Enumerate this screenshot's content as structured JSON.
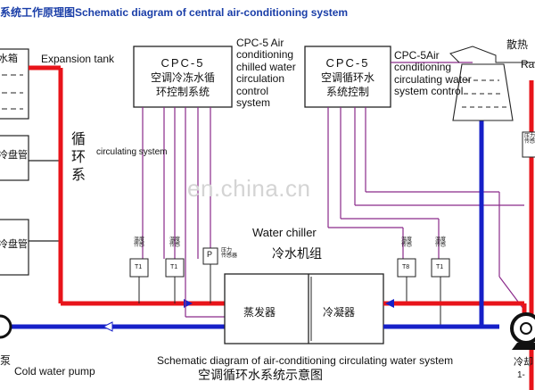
{
  "header": {
    "title": "系统工作原理图Schematic diagram of central air-conditioning system"
  },
  "left_boxes": {
    "top_label": "水箱",
    "mid_label": "冷盘管",
    "low_label": "冷盘管"
  },
  "expansion_tank": "Expansion tank",
  "loop_zh": "循\n环\n系",
  "circulating_system": "circulating system",
  "controller_left": {
    "title": "CPC-5",
    "zh": "空调冷冻水循\n环控制系统",
    "en": "CPC-5 Air\nconditioning\nchilled water\ncirculation\ncontrol\nsystem"
  },
  "controller_right": {
    "title": "CPC-5",
    "zh": "空调循环水\n系统控制",
    "en": "CPC-5Air\nconditioning\ncirculating water\nsystem control"
  },
  "radiator": {
    "zh": "散热",
    "en": "Ra"
  },
  "right_sensor": "压力\n传感器",
  "water_chiller": {
    "en": "Water chiller",
    "zh": "冷水机组"
  },
  "sensors": {
    "t1": "T1",
    "t2": "T1",
    "p": "P",
    "t3": "T8",
    "t4": "T1",
    "caption": "温度\n传感",
    "pressure_caption": "压力\n传感器"
  },
  "evaporator": "蒸发器",
  "condenser": "冷凝器",
  "cold_pump": {
    "en": "Cold water pump",
    "zh": "泵"
  },
  "cooling_pump": {
    "zh": "冷却",
    "num": "1-"
  },
  "caption": {
    "en": "Schematic diagram of air-conditioning circulating water system",
    "zh": "空调循环水系统示意图"
  },
  "watermark": "en.china.cn",
  "colors": {
    "supply": "#e8141a",
    "return": "#1620c8",
    "signal": "#8a2a8a",
    "header": "#1a3ea8"
  }
}
